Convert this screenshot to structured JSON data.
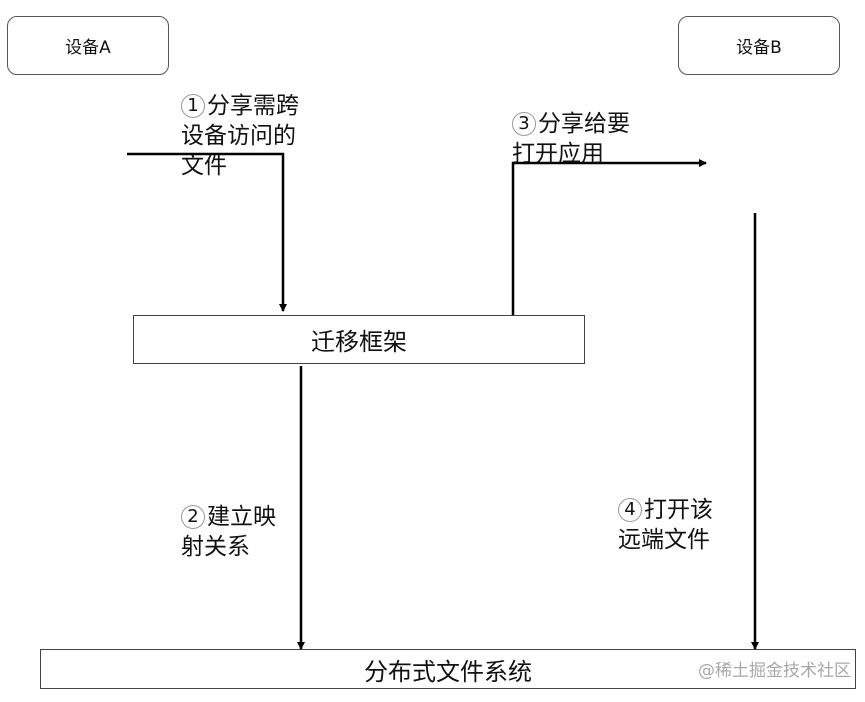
{
  "diagram": {
    "nodes": {
      "device_a": "设备A",
      "device_b": "设备B",
      "framework": "迁移框架",
      "dfs": "分布式文件系统"
    },
    "steps": [
      {
        "num": "1",
        "text": "分享需跨\n设备访问的\n文件"
      },
      {
        "num": "2",
        "text": "建立映\n射关系"
      },
      {
        "num": "3",
        "text": "分享给要\n打开应用"
      },
      {
        "num": "4",
        "text": "打开该\n远端文件"
      }
    ],
    "edges": [
      {
        "from": "device_a",
        "to": "framework",
        "step": "1"
      },
      {
        "from": "framework",
        "to": "dfs",
        "step": "2"
      },
      {
        "from": "framework",
        "to": "device_b",
        "step": "3"
      },
      {
        "from": "device_b",
        "to": "dfs",
        "step": "4"
      }
    ]
  },
  "watermark": "@稀土掘金技术社区",
  "colors": {
    "line": "#000000",
    "border": "#444444",
    "watermark": "#a8a8a8"
  }
}
